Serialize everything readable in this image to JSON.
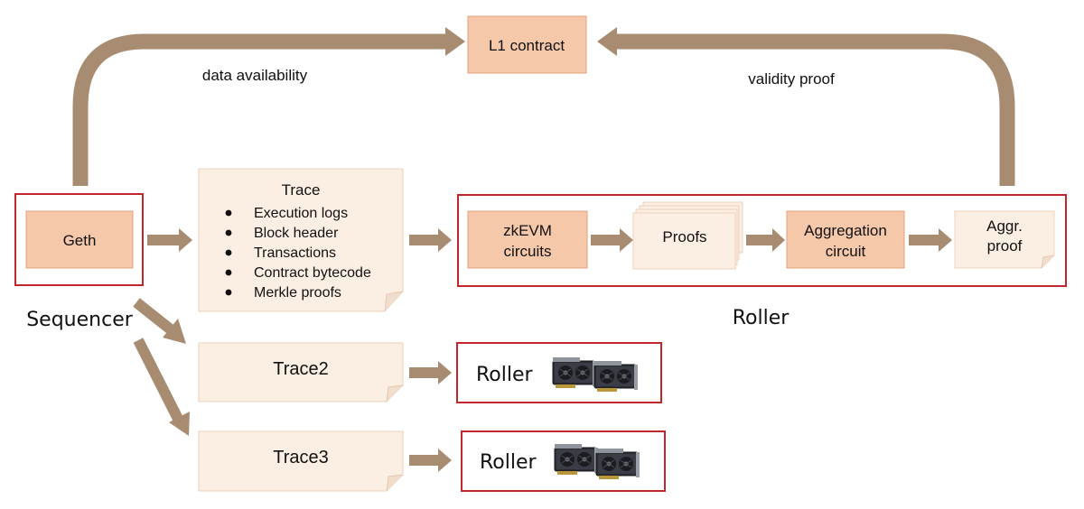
{
  "colors": {
    "arrow": "#a88c72",
    "box_orange_fill": "#f6c8aa",
    "box_orange_stroke": "#e2a07c",
    "note_fill": "#fbeee3",
    "note_stroke": "#efd2bd",
    "frame_red": "#c0262b",
    "text": "#111111"
  },
  "l1_contract": {
    "label": "L1 contract"
  },
  "edges": {
    "data_availability": "data availability",
    "validity_proof": "validity proof"
  },
  "sequencer": {
    "label": "Sequencer",
    "geth": {
      "label": "Geth"
    }
  },
  "trace": {
    "title": "Trace",
    "items": [
      "Execution logs",
      "Block header",
      "Transactions",
      "Contract bytecode",
      "Merkle proofs"
    ]
  },
  "roller_pipeline": {
    "label": "Roller",
    "zkevm": {
      "line1": "zkEVM",
      "line2": "circuits"
    },
    "proofs": {
      "label": "Proofs"
    },
    "aggregation": {
      "line1": "Aggregation",
      "line2": "circuit"
    },
    "aggr_proof": {
      "line1": "Aggr.",
      "line2": "proof"
    }
  },
  "trace2": {
    "label": "Trace2"
  },
  "trace3": {
    "label": "Trace3"
  },
  "roller2": {
    "label": "Roller",
    "image": "gpu-cards-icon"
  },
  "roller3": {
    "label": "Roller",
    "image": "gpu-cards-icon"
  }
}
